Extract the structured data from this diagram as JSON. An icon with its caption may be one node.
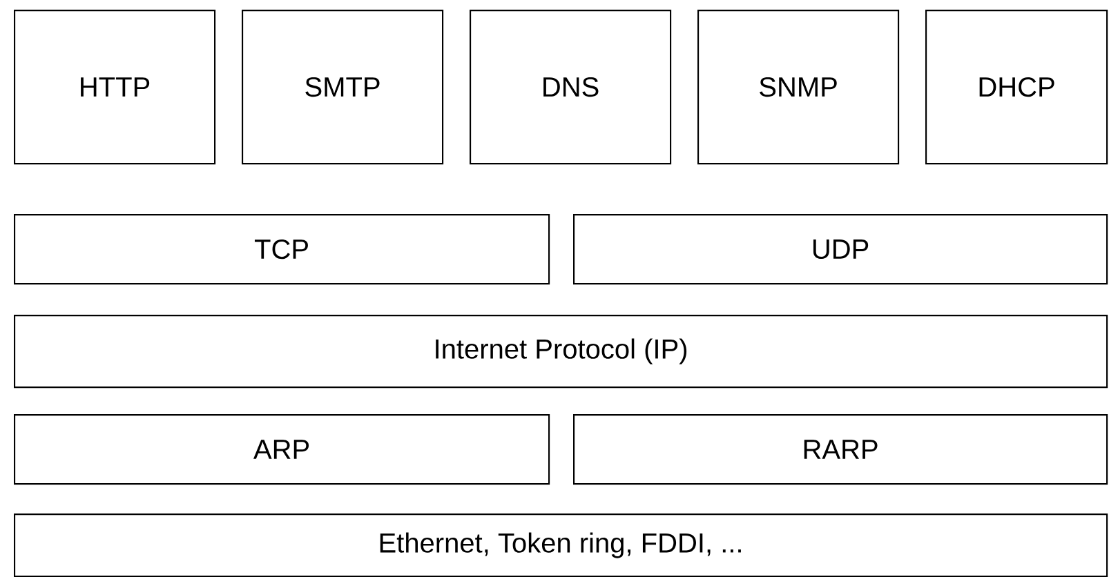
{
  "diagram": {
    "nodes": [
      {
        "text": [
          "HTTP"
        ]
      },
      {
        "text": [
          "SMTP"
        ]
      },
      {
        "text": [
          "DNS"
        ]
      },
      {
        "text": [
          "SNMP"
        ]
      },
      {
        "text": [
          "DHCP"
        ]
      },
      {
        "text": [
          "TCP"
        ]
      },
      {
        "text": [
          "UDP"
        ]
      },
      {
        "text": [
          "Internet Protocol (IP)"
        ]
      },
      {
        "text": [
          "ARP"
        ]
      },
      {
        "text": [
          "RARP"
        ]
      },
      {
        "text": [
          "Ethernet, Token ring, FDDI, ..."
        ]
      }
    ]
  }
}
